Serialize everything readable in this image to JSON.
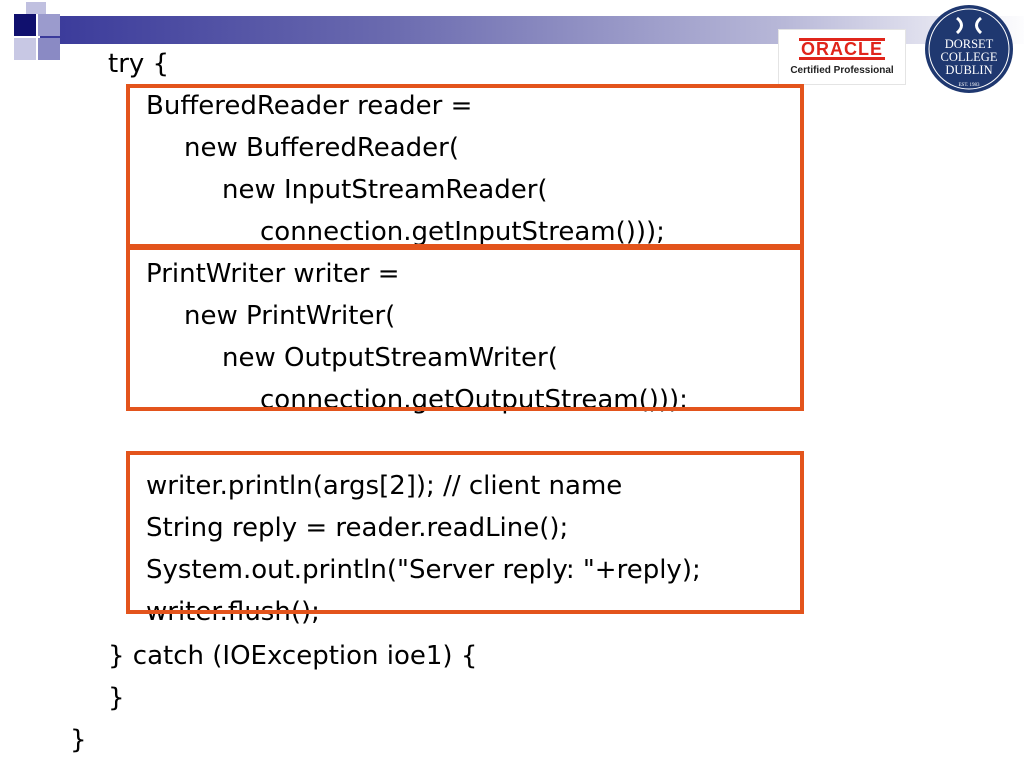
{
  "logos": {
    "oracle_word": "ORACLE",
    "oracle_sub": "Certified Professional",
    "college_line1": "DORSET",
    "college_line2": "COLLEGE",
    "college_line3": "DUBLIN",
    "college_est": "EST. 1983"
  },
  "colors": {
    "accent_frame": "#e3541c",
    "title_bar": "#39399a",
    "college_navy": "#1f3870",
    "oracle_red": "#e0251b"
  },
  "code_lines": [
    "try {",
    "BufferedReader reader =",
    "new BufferedReader(",
    "new InputStreamReader(",
    "connection.getInputStream()));",
    "PrintWriter writer =",
    "new PrintWriter(",
    "new OutputStreamWriter(",
    "connection.getOutputStream()));",
    "writer.println(args[2]); // client name",
    "String reply = reader.readLine();",
    "System.out.println(\"Server reply: \"+reply);",
    "writer.flush();",
    "} catch (IOException ioe1) {",
    "}",
    "}"
  ]
}
